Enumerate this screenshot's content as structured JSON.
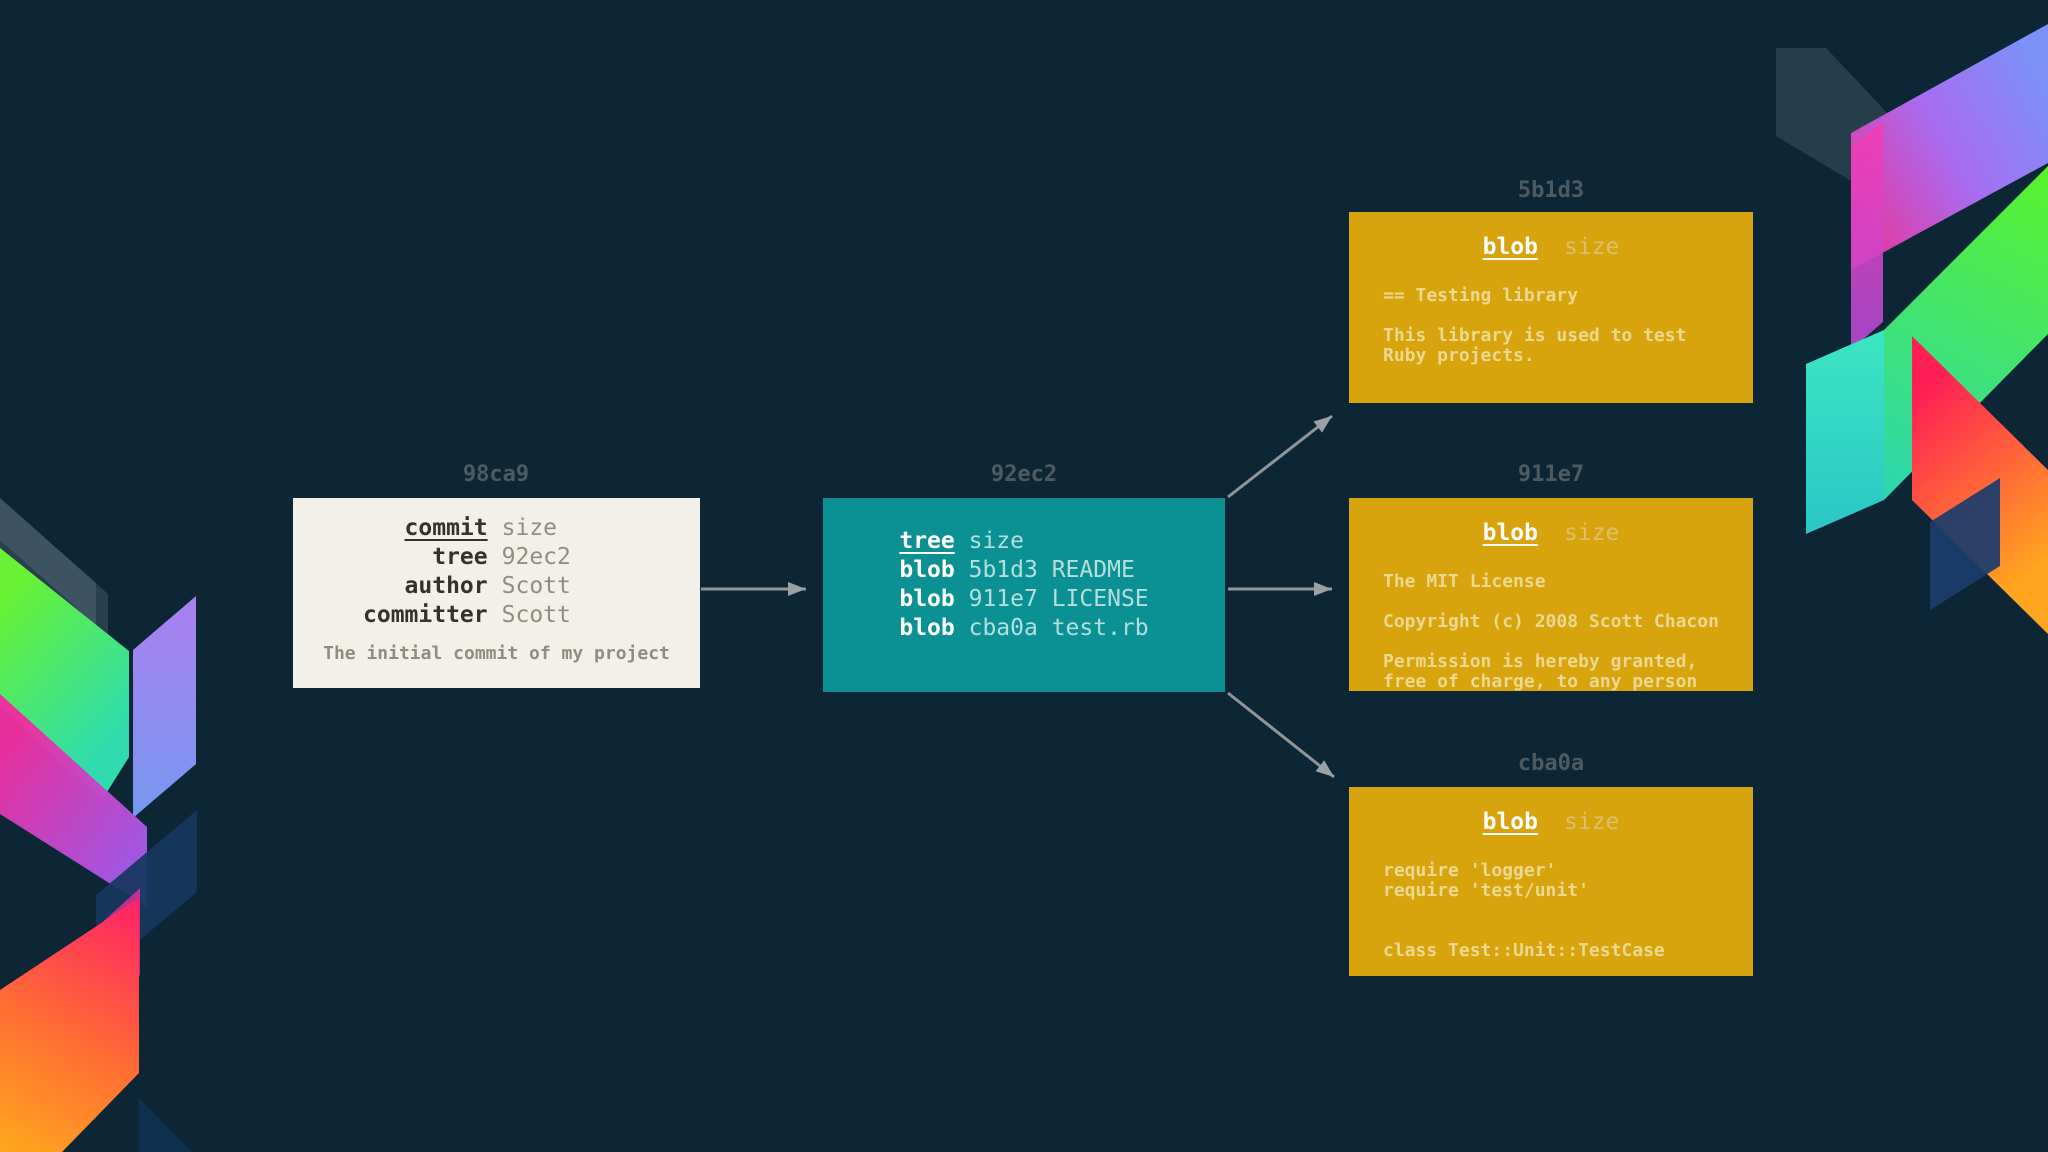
{
  "title": "Git object model diagram: commit, tree and blob objects",
  "palette": {
    "background": "#0d2636",
    "commit_box": "#f2f0e9",
    "tree_box": "#0b9193",
    "blob_box": "#d7a40e",
    "arrow": "#969da1",
    "hash_label": "#4d5a62"
  },
  "nodes": {
    "commit": {
      "hash": "98ca9",
      "rows": [
        {
          "label": "commit",
          "value": "size"
        },
        {
          "label": "tree",
          "value": "92ec2"
        },
        {
          "label": "author",
          "value": "Scott"
        },
        {
          "label": "committer",
          "value": "Scott"
        }
      ],
      "message": "The initial commit of my project"
    },
    "tree": {
      "hash": "92ec2",
      "header": {
        "type": "tree",
        "size": "size"
      },
      "entries": [
        {
          "type": "blob",
          "hash": "5b1d3",
          "name": "README"
        },
        {
          "type": "blob",
          "hash": "911e7",
          "name": "LICENSE"
        },
        {
          "type": "blob",
          "hash": "cba0a",
          "name": "test.rb"
        }
      ]
    },
    "blobs": [
      {
        "hash": "5b1d3",
        "type": "blob",
        "size": "size",
        "body": "== Testing library\n\nThis library is used to test\nRuby projects."
      },
      {
        "hash": "911e7",
        "type": "blob",
        "size": "size",
        "body": "The MIT License\n\nCopyright (c) 2008 Scott Chacon\n\nPermission is hereby granted,\nfree of charge, to any person"
      },
      {
        "hash": "cba0a",
        "type": "blob",
        "size": "size",
        "body": "require 'logger'\nrequire 'test/unit'\n\n\nclass Test::Unit::TestCase"
      }
    ]
  }
}
